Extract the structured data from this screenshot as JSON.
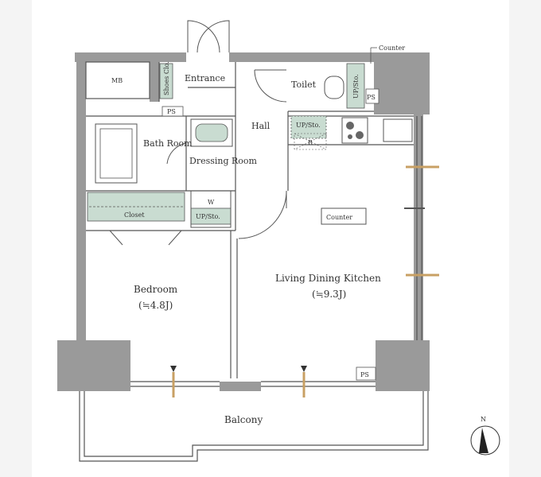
{
  "rooms": {
    "mb": "MB",
    "shoes": "Shoes Clo.",
    "entrance": "Entrance",
    "toilet": "Toilet",
    "up_sto_toilet": "UP/Sto.",
    "counter_top": "Counter",
    "ps_top": "PS",
    "ps_entry": "PS",
    "hall": "Hall",
    "bath": "Bath Room",
    "dressing": "Dressing Room",
    "up_sto_kitchen": "UP/Sto.",
    "r_mark": "R",
    "w_label": "W",
    "up_sto_w": "UP/Sto.",
    "closet": "Closet",
    "counter_mid": "Counter",
    "bedroom": "Bedroom",
    "bedroom_size": "(≒4.8J)",
    "ldk": "Living Dining Kitchen",
    "ldk_size": "(≒9.3J)",
    "ps_bottom": "PS",
    "balcony": "Balcony",
    "north": "N"
  },
  "colors": {
    "wall": "#9a9a9a",
    "fixture": "#c9dcd1",
    "line": "#555555"
  }
}
